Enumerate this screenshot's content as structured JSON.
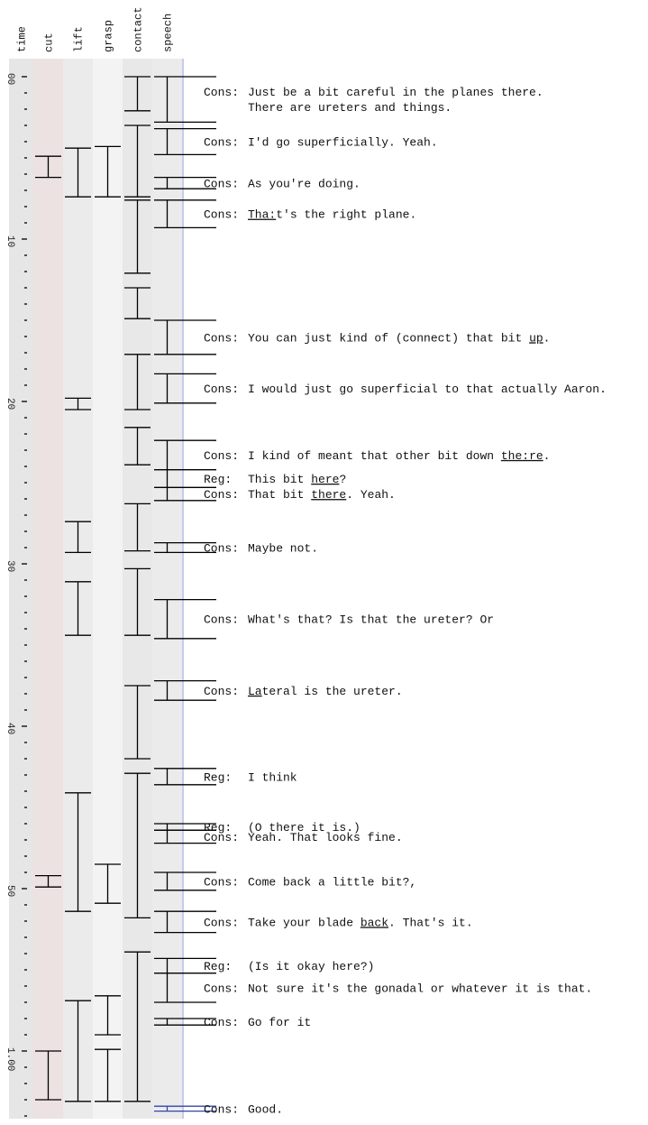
{
  "columns": [
    {
      "key": "time",
      "label": "time",
      "bg": "#e6e6e6"
    },
    {
      "key": "cut",
      "label": "cut",
      "bg": "#ede2e2"
    },
    {
      "key": "lift",
      "label": "lift",
      "bg": "#ebebeb"
    },
    {
      "key": "grasp",
      "label": "grasp",
      "bg": "#f3f3f3"
    },
    {
      "key": "contact",
      "label": "contact",
      "bg": "#e8e8e8"
    },
    {
      "key": "speech",
      "label": "speech",
      "bg": "#ebebeb"
    }
  ],
  "time_axis": {
    "unit": "seconds",
    "range": [
      0,
      64
    ],
    "minor_tick_every": 1,
    "labels": [
      {
        "t": 0,
        "text": "00"
      },
      {
        "t": 10,
        "text": "10"
      },
      {
        "t": 20,
        "text": "20"
      },
      {
        "t": 30,
        "text": "30"
      },
      {
        "t": 40,
        "text": "40"
      },
      {
        "t": 50,
        "text": "50"
      },
      {
        "t": 60,
        "text": "1.00"
      }
    ]
  },
  "intervals": {
    "cut": [
      [
        4.9,
        6.2
      ],
      [
        49.2,
        49.9
      ],
      [
        60.0,
        63.0
      ]
    ],
    "lift": [
      [
        4.4,
        7.4
      ],
      [
        19.8,
        20.5
      ],
      [
        27.4,
        29.3
      ],
      [
        31.1,
        34.4
      ],
      [
        44.1,
        51.4
      ],
      [
        56.9,
        63.1
      ]
    ],
    "grasp": [
      [
        4.3,
        7.4
      ],
      [
        48.5,
        50.9
      ],
      [
        56.6,
        59.0
      ],
      [
        59.9,
        63.1
      ]
    ],
    "contact": [
      [
        0,
        2.1
      ],
      [
        3.0,
        7.4
      ],
      [
        7.6,
        12.1
      ],
      [
        13.0,
        14.9
      ],
      [
        17.1,
        20.5
      ],
      [
        21.6,
        23.9
      ],
      [
        26.3,
        29.2
      ],
      [
        30.3,
        34.4
      ],
      [
        37.5,
        42.0
      ],
      [
        42.9,
        51.8
      ],
      [
        53.9,
        63.1
      ]
    ]
  },
  "utterances": [
    {
      "start": 0,
      "end": 2.8,
      "speaker": "Cons:",
      "lines": [
        [
          {
            "t": "Just be a bit careful in the planes there."
          }
        ],
        [
          {
            "t": "There are ureters and things."
          }
        ]
      ]
    },
    {
      "start": 3.2,
      "end": 4.8,
      "speaker": "Cons:",
      "lines": [
        [
          {
            "t": "I'd go superficially. Yeah."
          }
        ]
      ]
    },
    {
      "start": 6.2,
      "end": 6.9,
      "speaker": "Cons:",
      "lines": [
        [
          {
            "t": "As you're doing."
          }
        ]
      ]
    },
    {
      "start": 7.6,
      "end": 9.3,
      "speaker": "Cons:",
      "lines": [
        [
          {
            "t": "Tha:",
            "u": true
          },
          {
            "t": "t's the right plane."
          }
        ]
      ]
    },
    {
      "start": 15.0,
      "end": 17.1,
      "speaker": "Cons:",
      "lines": [
        [
          {
            "t": "You can just kind of (connect) that bit "
          },
          {
            "t": "up",
            "u": true
          },
          {
            "t": "."
          }
        ]
      ]
    },
    {
      "start": 18.3,
      "end": 20.1,
      "speaker": "Cons:",
      "lines": [
        [
          {
            "t": "I would just go superficial to that actually Aaron."
          }
        ]
      ]
    },
    {
      "start": 22.4,
      "end": 24.2,
      "speaker": "Cons:",
      "lines": [
        [
          {
            "t": "I kind of meant that other bit down "
          },
          {
            "t": "the:re",
            "u": true
          },
          {
            "t": "."
          }
        ]
      ]
    },
    {
      "start": 24.2,
      "end": 25.3,
      "speaker": "Reg:",
      "lines": [
        [
          {
            "t": "This bit "
          },
          {
            "t": "here",
            "u": true
          },
          {
            "t": "?"
          }
        ]
      ]
    },
    {
      "start": 25.3,
      "end": 26.1,
      "speaker": "Cons:",
      "lines": [
        [
          {
            "t": "That bit "
          },
          {
            "t": "there",
            "u": true
          },
          {
            "t": ". Yeah."
          }
        ]
      ]
    },
    {
      "start": 28.7,
      "end": 29.3,
      "speaker": "Cons:",
      "lines": [
        [
          {
            "t": "Maybe not."
          }
        ]
      ]
    },
    {
      "start": 32.2,
      "end": 34.6,
      "speaker": "Cons:",
      "lines": [
        [
          {
            "t": "What's that? Is that the ureter? Or"
          }
        ]
      ]
    },
    {
      "start": 37.2,
      "end": 38.4,
      "speaker": "Cons:",
      "lines": [
        [
          {
            "t": "La",
            "u": true
          },
          {
            "t": "teral is the ureter."
          }
        ]
      ]
    },
    {
      "start": 42.6,
      "end": 43.6,
      "speaker": "Reg:",
      "lines": [
        [
          {
            "t": "I think"
          }
        ]
      ]
    },
    {
      "start": 46.0,
      "end": 46.4,
      "speaker": "Reg:",
      "lines": [
        [
          {
            "t": "(O there it is.)"
          }
        ]
      ]
    },
    {
      "start": 46.4,
      "end": 47.2,
      "speaker": "Cons:",
      "lines": [
        [
          {
            "t": "Yeah. That looks fine."
          }
        ]
      ]
    },
    {
      "start": 49.0,
      "end": 50.1,
      "speaker": "Cons:",
      "lines": [
        [
          {
            "t": "Come back a little bit?,"
          }
        ]
      ]
    },
    {
      "start": 51.4,
      "end": 52.7,
      "speaker": "Cons:",
      "lines": [
        [
          {
            "t": "Take your blade "
          },
          {
            "t": "back",
            "u": true
          },
          {
            "t": ". That's it."
          }
        ]
      ]
    },
    {
      "start": 54.3,
      "end": 55.2,
      "speaker": "Reg:",
      "lines": [
        [
          {
            "t": "(Is it okay here?)"
          }
        ]
      ]
    },
    {
      "start": 55.2,
      "end": 57.0,
      "speaker": "Cons:",
      "lines": [
        [
          {
            "t": "Not sure it's the gonadal or whatever it is that."
          }
        ]
      ]
    },
    {
      "start": 58.0,
      "end": 58.4,
      "speaker": "Cons:",
      "lines": [
        [
          {
            "t": "Go for it"
          }
        ]
      ]
    },
    {
      "start": 63.4,
      "end": 63.7,
      "speaker": "Cons:",
      "lines": [
        [
          {
            "t": "Good."
          }
        ]
      ],
      "color": "#3344aa"
    }
  ],
  "colors": {
    "line": "#000000",
    "speech_edge": "#c8cbe8"
  }
}
